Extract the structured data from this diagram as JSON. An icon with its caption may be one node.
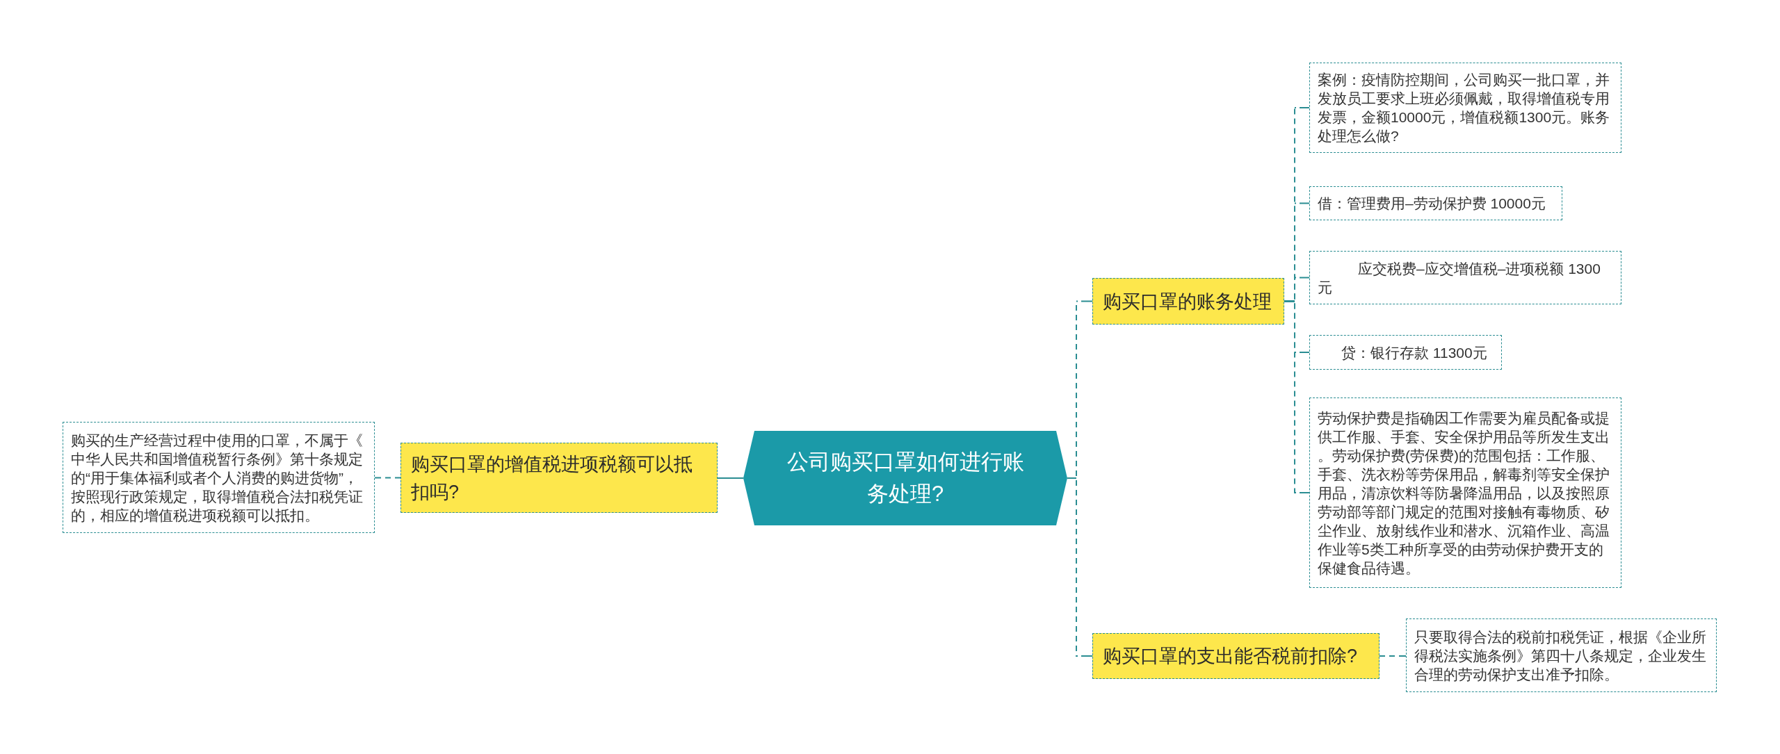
{
  "diagram": {
    "nodes": [
      {
        "text": [
          "公司购买口罩如何进行账务处理?"
        ]
      },
      {
        "text": [
          "购买口罩的增值税进项税额可以抵扣吗?"
        ]
      },
      {
        "text": [
          "购买的生产经营过程中使用的口罩，不属于《中华人民共和国增值税暂行条例》第十条规定的“用于集体福利或者个人消费的购进货物”，按照现行政策规定，取得增值税合法扣税凭证的，相应的增值税进项税额可以抵扣。"
        ]
      },
      {
        "text": [
          "购买口罩的账务处理"
        ]
      },
      {
        "text": [
          "案例：疫情防控期间，公司购买一批口罩，并发放员工要求上班必须佩戴，取得增值税专用发票，金额10000元，增值税额1300元。账务处理怎么做?"
        ]
      },
      {
        "text": [
          "借：管理费用–劳动保护费 10000元"
        ]
      },
      {
        "text": [
          "应交税费–应交增值税–进项税额 1300元"
        ]
      },
      {
        "text": [
          "贷：银行存款 11300元"
        ]
      },
      {
        "text": [
          "劳动保护费是指确因工作需要为雇员配备或提供工作服、手套、安全保护用品等所发生支出。劳动保护费(劳保费)的范围包括：工作服、手套、洗衣粉等劳保用品，解毒剂等安全保护用品，清凉饮料等防暑降温用品，以及按照原劳动部等部门规定的范围对接触有毒物质、矽尘作业、放射线作业和潜水、沉箱作业、高温作业等5类工种所享受的由劳动保护费开支的保健食品待遇。"
        ]
      },
      {
        "text": [
          "购买口罩的支出能否税前扣除?"
        ]
      },
      {
        "text": [
          "只要取得合法的税前扣税凭证，根据《企业所得税法实施条例》第四十八条规定，企业发生合理的劳动保护支出准予扣除。"
        ]
      }
    ],
    "edges": [
      {
        "from": 0,
        "to": 1,
        "arrow": "none"
      },
      {
        "from": 1,
        "to": 2,
        "arrow": "none",
        "style": "dashed"
      },
      {
        "from": 0,
        "to": 3,
        "arrow": "none",
        "style": "dashed"
      },
      {
        "from": 3,
        "to": 4,
        "arrow": "none",
        "style": "dashed"
      },
      {
        "from": 3,
        "to": 5,
        "arrow": "none",
        "style": "dashed"
      },
      {
        "from": 3,
        "to": 6,
        "arrow": "none",
        "style": "dashed"
      },
      {
        "from": 3,
        "to": 7,
        "arrow": "none",
        "style": "dashed"
      },
      {
        "from": 3,
        "to": 8,
        "arrow": "none",
        "style": "dashed"
      },
      {
        "from": 0,
        "to": 9,
        "arrow": "none",
        "style": "dashed"
      },
      {
        "from": 9,
        "to": 10,
        "arrow": "none",
        "style": "dashed"
      }
    ]
  }
}
